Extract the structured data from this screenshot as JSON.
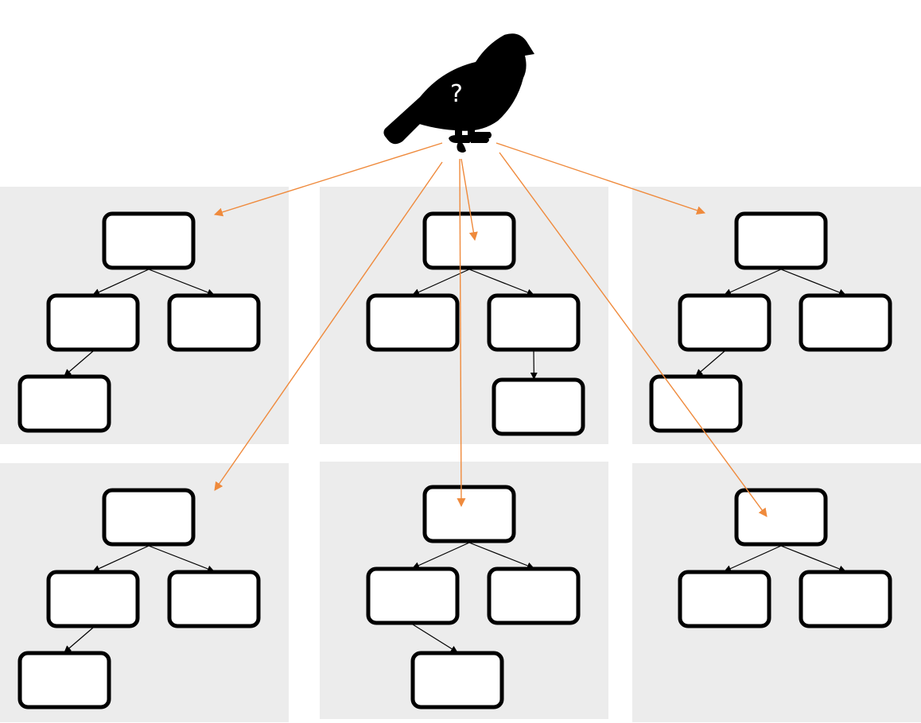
{
  "figure": {
    "query_symbol": "?",
    "query_icon": "bird-silhouette-icon",
    "colors": {
      "query_edge": "#ef8a3c",
      "panel_background": "#ececec",
      "node_border": "#000000",
      "node_fill": "#ffffff",
      "tree_edge": "#000000"
    }
  },
  "trees": [
    {
      "id": "tree-1",
      "nodes": [
        "root",
        "left",
        "right",
        "left-left"
      ],
      "edges": [
        [
          "root",
          "left"
        ],
        [
          "root",
          "right"
        ],
        [
          "left",
          "left-left"
        ]
      ]
    },
    {
      "id": "tree-2",
      "nodes": [
        "root",
        "left",
        "right",
        "right-child"
      ],
      "edges": [
        [
          "root",
          "left"
        ],
        [
          "root",
          "right"
        ],
        [
          "right",
          "right-child"
        ]
      ]
    },
    {
      "id": "tree-3",
      "nodes": [
        "root",
        "left",
        "right",
        "left-left"
      ],
      "edges": [
        [
          "root",
          "left"
        ],
        [
          "root",
          "right"
        ],
        [
          "left",
          "left-left"
        ]
      ]
    },
    {
      "id": "tree-4",
      "nodes": [
        "root",
        "left",
        "right",
        "left-left"
      ],
      "edges": [
        [
          "root",
          "left"
        ],
        [
          "root",
          "right"
        ],
        [
          "left",
          "left-left"
        ]
      ]
    },
    {
      "id": "tree-5",
      "nodes": [
        "root",
        "left",
        "right",
        "left-right"
      ],
      "edges": [
        [
          "root",
          "left"
        ],
        [
          "root",
          "right"
        ],
        [
          "left",
          "left-right"
        ]
      ]
    },
    {
      "id": "tree-6",
      "nodes": [
        "root",
        "left",
        "right"
      ],
      "edges": [
        [
          "root",
          "left"
        ],
        [
          "root",
          "right"
        ]
      ]
    }
  ],
  "query_edges": [
    {
      "from": "bird",
      "to": "tree-1"
    },
    {
      "from": "bird",
      "to": "tree-2"
    },
    {
      "from": "bird",
      "to": "tree-3"
    },
    {
      "from": "bird",
      "to": "tree-4"
    },
    {
      "from": "bird",
      "to": "tree-5"
    },
    {
      "from": "bird",
      "to": "tree-6"
    }
  ]
}
